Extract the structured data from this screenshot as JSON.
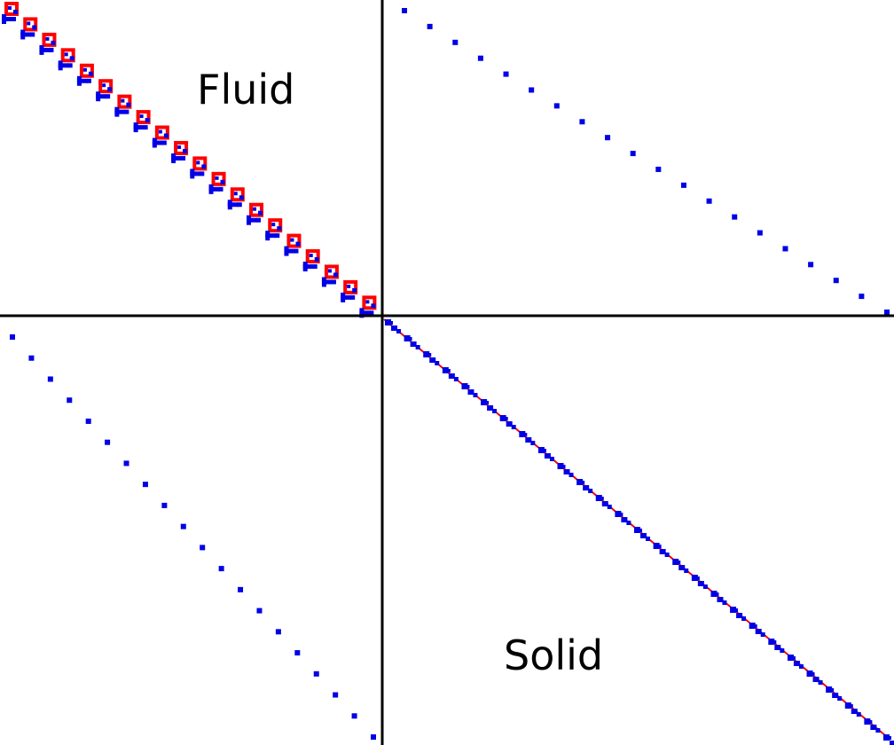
{
  "labels": {
    "fluid": "Fluid",
    "solid": "Solid"
  },
  "colors": {
    "background": "#ffffff",
    "divider": "#000000",
    "blue_entry": "#0000e6",
    "red_entry": "#ff0000"
  },
  "pattern": {
    "fluid_block_count": 20,
    "solid_block_count": 27,
    "upper_coupling_count": 20,
    "lower_coupling_count": 20
  }
}
